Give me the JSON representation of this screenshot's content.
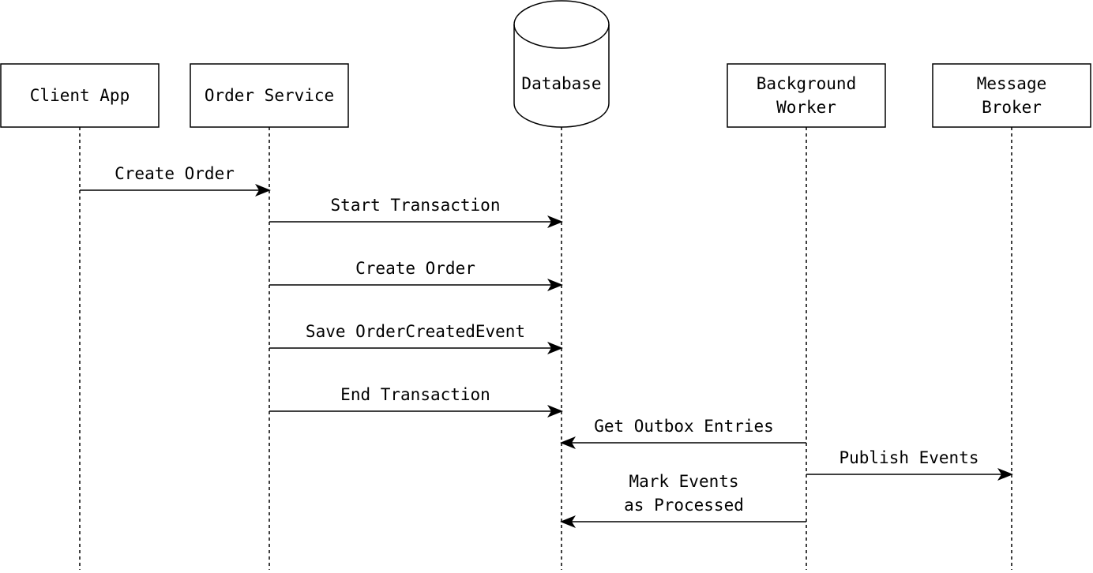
{
  "diagram": {
    "type": "sequence-diagram",
    "line_color": "#000000",
    "box_fill": "#ffffff",
    "participants": [
      {
        "id": "client",
        "label": [
          "Client App"
        ],
        "shape": "box"
      },
      {
        "id": "order",
        "label": [
          "Order Service"
        ],
        "shape": "box"
      },
      {
        "id": "db",
        "label": [
          "Database"
        ],
        "shape": "cylinder"
      },
      {
        "id": "worker",
        "label": [
          "Background",
          "Worker"
        ],
        "shape": "box"
      },
      {
        "id": "broker",
        "label": [
          "Message",
          "Broker"
        ],
        "shape": "box"
      }
    ],
    "messages": [
      {
        "from": "client",
        "to": "order",
        "label": [
          "Create Order"
        ]
      },
      {
        "from": "order",
        "to": "db",
        "label": [
          "Start Transaction"
        ]
      },
      {
        "from": "order",
        "to": "db",
        "label": [
          "Create Order"
        ]
      },
      {
        "from": "order",
        "to": "db",
        "label": [
          "Save OrderCreatedEvent"
        ]
      },
      {
        "from": "order",
        "to": "db",
        "label": [
          "End Transaction"
        ]
      },
      {
        "from": "worker",
        "to": "db",
        "label": [
          "Get Outbox Entries"
        ]
      },
      {
        "from": "worker",
        "to": "broker",
        "label": [
          "Publish Events"
        ]
      },
      {
        "from": "worker",
        "to": "db",
        "label": [
          "Mark Events",
          "as Processed"
        ]
      }
    ]
  }
}
